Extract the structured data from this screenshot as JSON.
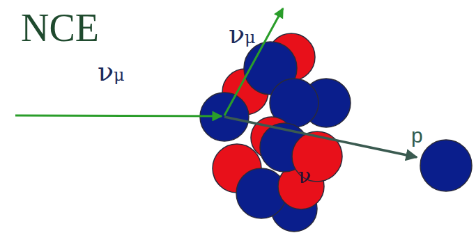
{
  "diagram": {
    "title": "NCE",
    "labels": [
      "νμ",
      "νμ",
      "p",
      "ν"
    ]
  }
}
